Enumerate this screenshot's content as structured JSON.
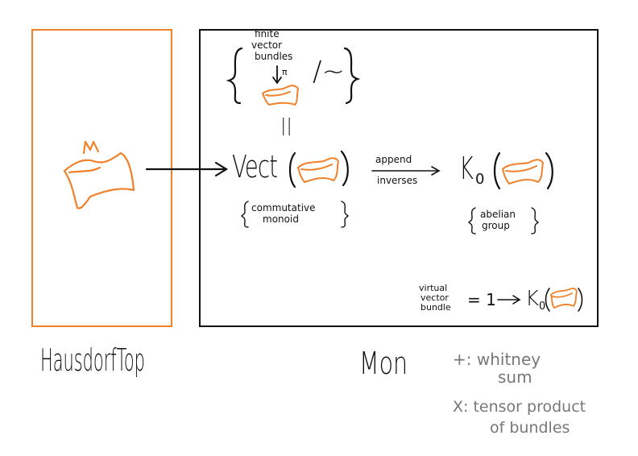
{
  "categories": {
    "left": "HausdorfTop",
    "right": "Mon"
  },
  "set_notation": {
    "line1": "finite",
    "line2": "vector",
    "line3": "bundles",
    "pi": "π",
    "quotient": "/~"
  },
  "equals_sign": "||",
  "vect": {
    "label": "Vect",
    "annotation_line1": "commutative",
    "annotation_line2": "monoid"
  },
  "arrow_label": {
    "top": "append",
    "bottom": "inverses"
  },
  "k0": {
    "label": "K",
    "subscript": "0",
    "annotation_line1": "abelian",
    "annotation_line2": "group"
  },
  "virtual_bundle": {
    "line1": "virtual",
    "line2": "vector",
    "line3": "bundle",
    "equation": "= 1",
    "target": "K",
    "target_subscript": "0"
  },
  "notes": {
    "plus": "+: whitney",
    "plus_cont": "sum",
    "times": "X: tensor product",
    "times_cont": "of bundles"
  },
  "colors": {
    "accent": "#f0812a",
    "ink": "#111111",
    "note": "#777777"
  }
}
